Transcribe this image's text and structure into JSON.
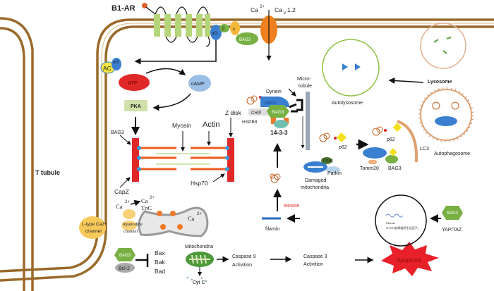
{
  "labels": {
    "b1ar": "B1-AR",
    "ca": "Ca",
    "sup2": "2+",
    "cav": "Ca",
    "cav_sub": "v",
    "cav_rest": "1.2",
    "alpha_g": "αG",
    "beta": "β",
    "gamma": "γ",
    "bag3": "BAG3",
    "ac": "AC",
    "atp": "ATP",
    "camp": "cAMP",
    "pka": "PKA",
    "myosin": "Myosin",
    "actin": "Actin",
    "z_disk": "Z disk",
    "hsp70": "Hsp70",
    "capz": "CapZ",
    "t_tubule": "T tubule",
    "tnc": "TnC",
    "ryanodine_1": "Ryanodine",
    "ryanodine_2": "channel",
    "ltype_1": "L-type Ca2+",
    "ltype_2": "channel",
    "bcl2": "Bcl-2",
    "bax": "Bax",
    "bak": "Bak",
    "bad": "Bad",
    "mitochondria": "Mitochondria",
    "cytc": "Cyt C",
    "casp9_1": "Caspase 9",
    "casp9_2": "Activition",
    "casp3_1": "Caspase 3",
    "casp3_2": "Activition",
    "apoptosis": "Apoptosis",
    "filamin": "filamin",
    "tension": "tension",
    "filamin_small": "Filamin",
    "gtgf": "GTGF(结缔组织生长因子)",
    "yap_taz": "YAP/TAZ",
    "dynein": "Dynein",
    "micro_1": "Micro-",
    "micro_2": "tubule",
    "hsp70_cap": "HSP70",
    "chip": "CHIP",
    "hspb8": "HSPB8",
    "p1433": "14-3-3",
    "p62": "p62",
    "pink": "PINK",
    "parkin": "Parkin",
    "damaged_1": "Damaged",
    "damaged_2": "mitochondria",
    "lc3": "LC3",
    "tomm20": "Tomm20",
    "autolysosome": "Autolysosome",
    "lysosome": "Lysosome",
    "autophagosome": "Autophagosome"
  },
  "colors": {
    "membrane": "#9a6a2a",
    "receptor": "#b5d57a",
    "bag3_green": "#78b043",
    "atp_red": "#e02828",
    "camp_blue": "#9bbfe6",
    "tension_red": "#e8201c",
    "apoptosis_red": "#e8202a"
  }
}
